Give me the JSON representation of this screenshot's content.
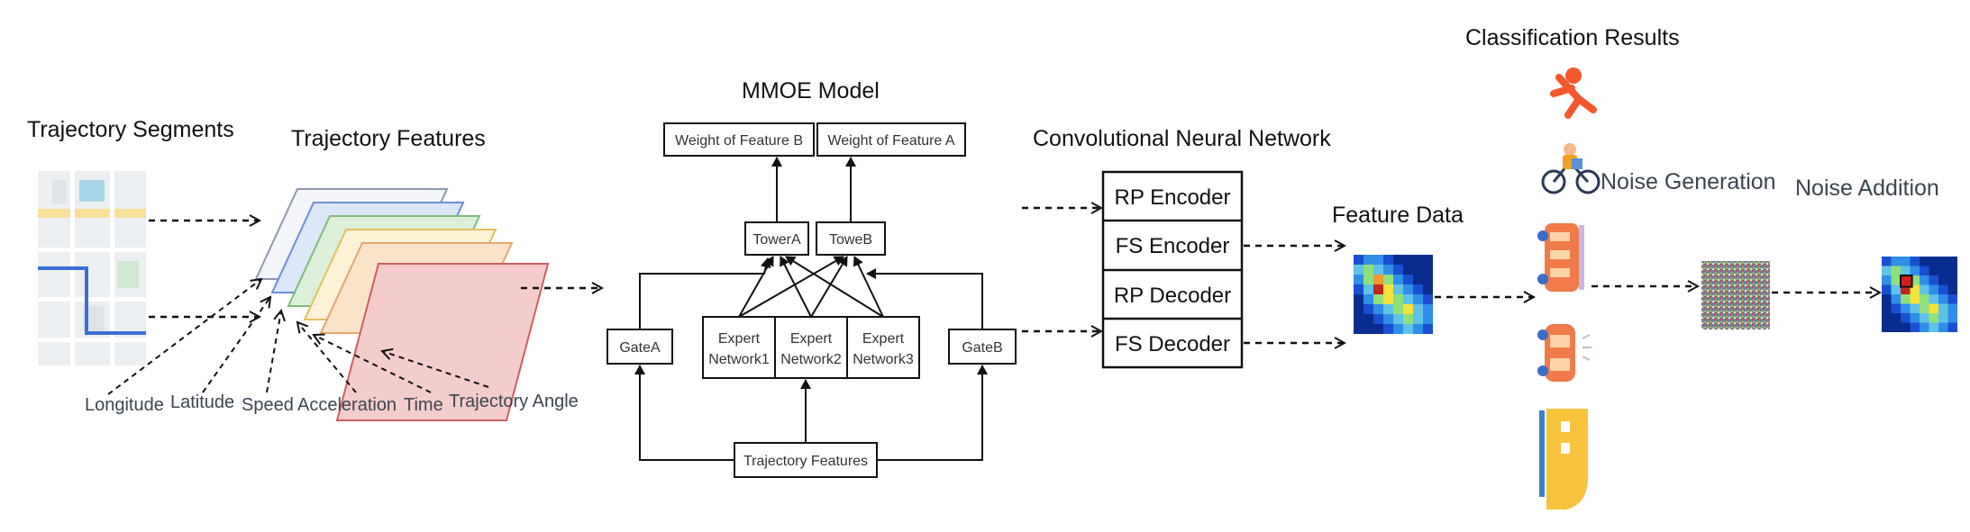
{
  "sections": {
    "trajectory_segments": "Trajectory Segments",
    "trajectory_features": "Trajectory Features",
    "mmoe_model": "MMOE Model",
    "cnn": "Convolutional Neural Network",
    "feature_data": "Feature Data",
    "classification_results": "Classification Results",
    "noise_generation": "Noise Generation",
    "noise_addition": "Noise Addition"
  },
  "feature_labels": [
    "Longitude",
    "Latitude",
    "Speed",
    "Acceleration",
    "Time",
    "Trajectory Angle"
  ],
  "mmoe": {
    "weight_b": "Weight of Feature B",
    "weight_a": "Weight of Feature A",
    "tower_a": "TowerA",
    "tower_b": "ToweB",
    "gate_a": "GateA",
    "gate_b": "GateB",
    "experts": [
      {
        "line1": "Expert",
        "line2": "Network1"
      },
      {
        "line1": "Expert",
        "line2": "Network2"
      },
      {
        "line1": "Expert",
        "line2": "Network3"
      }
    ],
    "input": "Trajectory Features"
  },
  "cnn_blocks": [
    "RP Encoder",
    "FS Encoder",
    "RP Decoder",
    "FS Decoder"
  ],
  "class_icons": [
    "pedestrian-icon",
    "bicycle-icon",
    "bus-icon",
    "car-icon",
    "train-icon"
  ],
  "colors": {
    "route": "#3a6fd8",
    "layer_fills": [
      "#f3f5f8",
      "#dce7fa",
      "#dcf0d9",
      "#fdf1d6",
      "#fbe3c9",
      "#f5cccc"
    ],
    "layer_strokes": [
      "#8b98b0",
      "#6c8fd6",
      "#7cbc78",
      "#e2bf5e",
      "#e6a56b",
      "#cc5f5f"
    ]
  }
}
